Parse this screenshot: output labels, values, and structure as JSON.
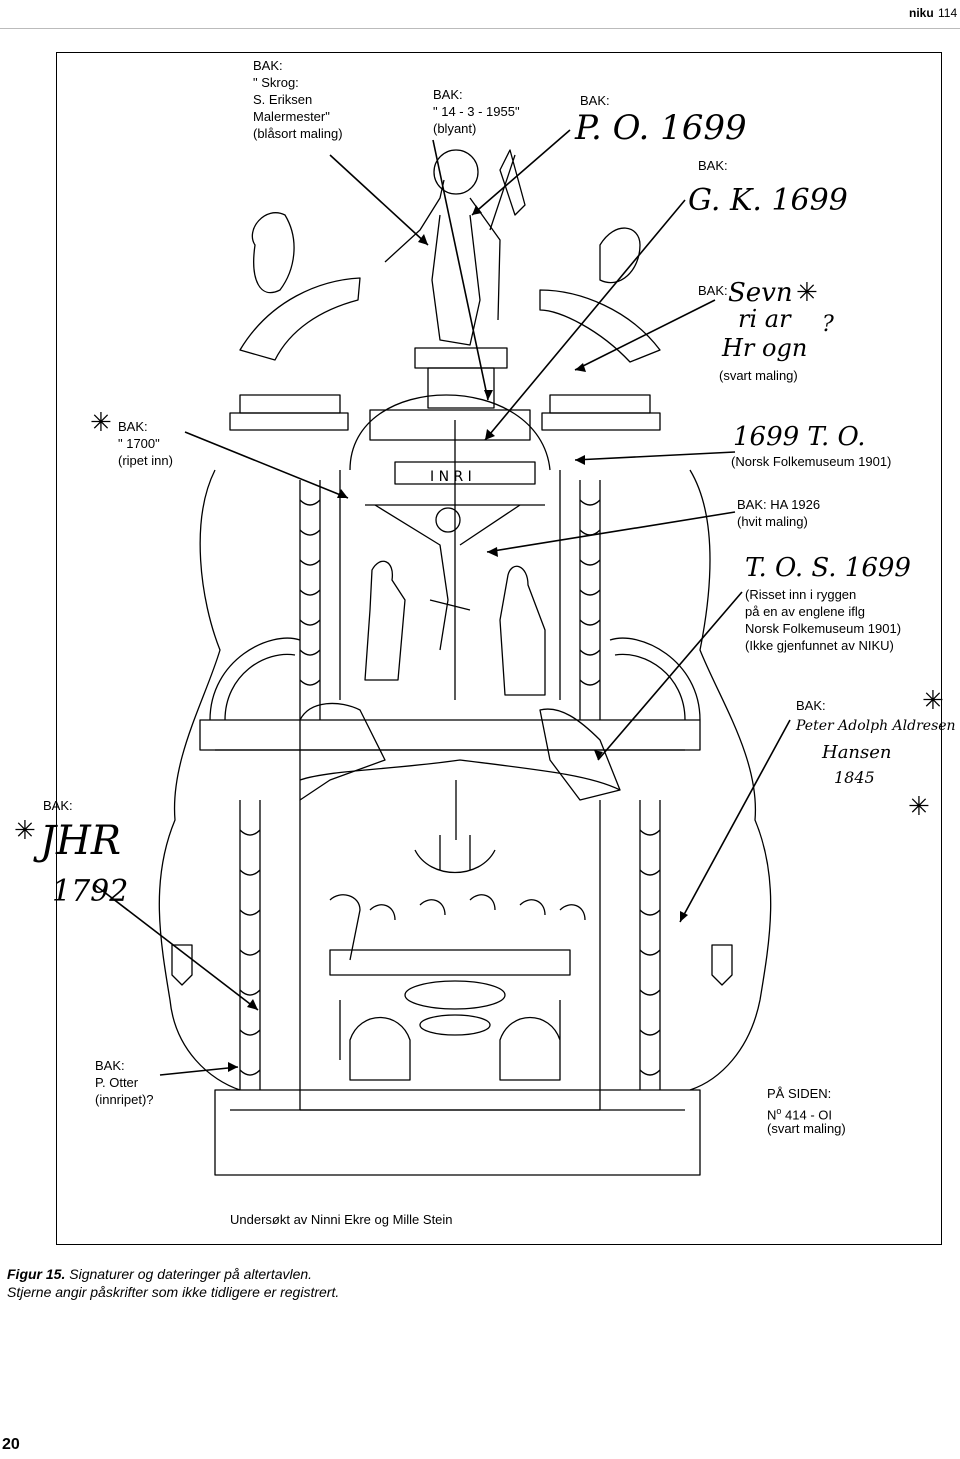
{
  "header": {
    "text": "niku",
    "page": "114"
  },
  "labels": {
    "skrog": "BAK:\n\" Skrog:\nS. Eriksen\nMalermester\"\n(blåsort maling)",
    "blyant": "BAK:\n\" 14 - 3 - 1955\"\n(blyant)",
    "po_bak": "BAK:",
    "gk_bak": "BAK:",
    "sevn_bak": "BAK:",
    "svart1": "(svart maling)",
    "r1700": "BAK:\n\" 1700\"\n(ripet inn)",
    "norsk1901": "(Norsk Folkemuseum 1901)",
    "ha1926": "BAK: HA 1926\n(hvit maling)",
    "risset": "(Risset inn i ryggen\npå en av englene iflg\nNorsk Folkemuseum 1901)\n(Ikke gjenfunnet av NIKU)",
    "peter_bak": "BAK:",
    "left_bak": "BAK:",
    "otter": "BAK:\nP. Otter\n(innripet)?",
    "siden_l1": "PÅ SIDEN:",
    "siden_no": "N",
    "siden_o": "o",
    "siden_num": " 414 - OI",
    "siden_l3": "(svart maling)",
    "examined": "Undersøkt av Ninni Ekre og Mille Stein"
  },
  "handwriting": {
    "po": "P. O. 1699",
    "gk": "G. K. 1699",
    "sevn1": "Sevn",
    "sevn2": "ri ar",
    "sevn3": "Hr ogn",
    "sevnq": "?",
    "to1699": "1699 T. O.",
    "tos": "T. O. S. 1699",
    "peter": "Peter Adolph Aldresen",
    "hansen": "Hansen",
    "y1845": "1845",
    "left_sig": "JHR",
    "left_year": "1792"
  },
  "caption": {
    "title": "Figur 15. Signaturer og dateringer på altertavlen.",
    "note": "Stjerne angir påskrifter som ikke tidligere er registrert."
  },
  "footer": {
    "page": "20"
  },
  "icons": [
    "asterisk-star-icon",
    "altarpiece-drawing"
  ]
}
